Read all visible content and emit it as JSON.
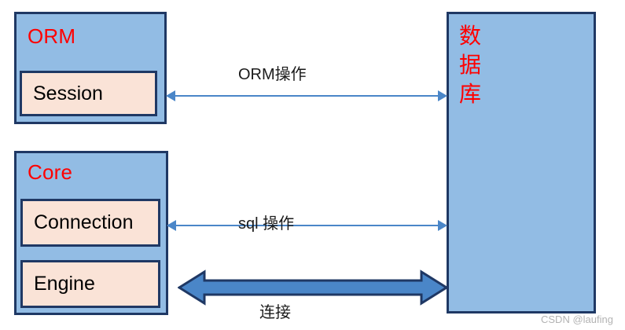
{
  "diagram": {
    "title": "SQLAlchemy ORM / Core architecture diagram",
    "colors": {
      "group_fill": "#92BCE4",
      "component_fill": "#FAE3D7",
      "border": "#1F3864",
      "title_text": "#FF0000",
      "thin_arrow": "#4A86C8",
      "thick_arrow_fill": "#4A86C8",
      "thick_arrow_border": "#1F3864",
      "watermark": "#B3B3B3",
      "background": "#FFFFFF"
    },
    "groups": [
      {
        "id": "orm",
        "title": "ORM",
        "components": [
          {
            "id": "session",
            "label": "Session"
          }
        ]
      },
      {
        "id": "core",
        "title": "Core",
        "components": [
          {
            "id": "connection",
            "label": "Connection"
          },
          {
            "id": "engine",
            "label": "Engine"
          }
        ]
      }
    ],
    "database": {
      "id": "database",
      "label": "数\n据\n库"
    },
    "connectors": [
      {
        "id": "orm-operation",
        "label": "ORM操作",
        "style": "thin-double-arrow",
        "from": "session",
        "to": "database"
      },
      {
        "id": "sql-operation",
        "label": "sql 操作",
        "style": "thin-double-arrow",
        "from": "connection",
        "to": "database"
      },
      {
        "id": "connection-link",
        "label": "连接",
        "style": "thick-double-arrow",
        "from": "engine",
        "to": "database"
      }
    ],
    "watermark": "CSDN @laufing"
  }
}
